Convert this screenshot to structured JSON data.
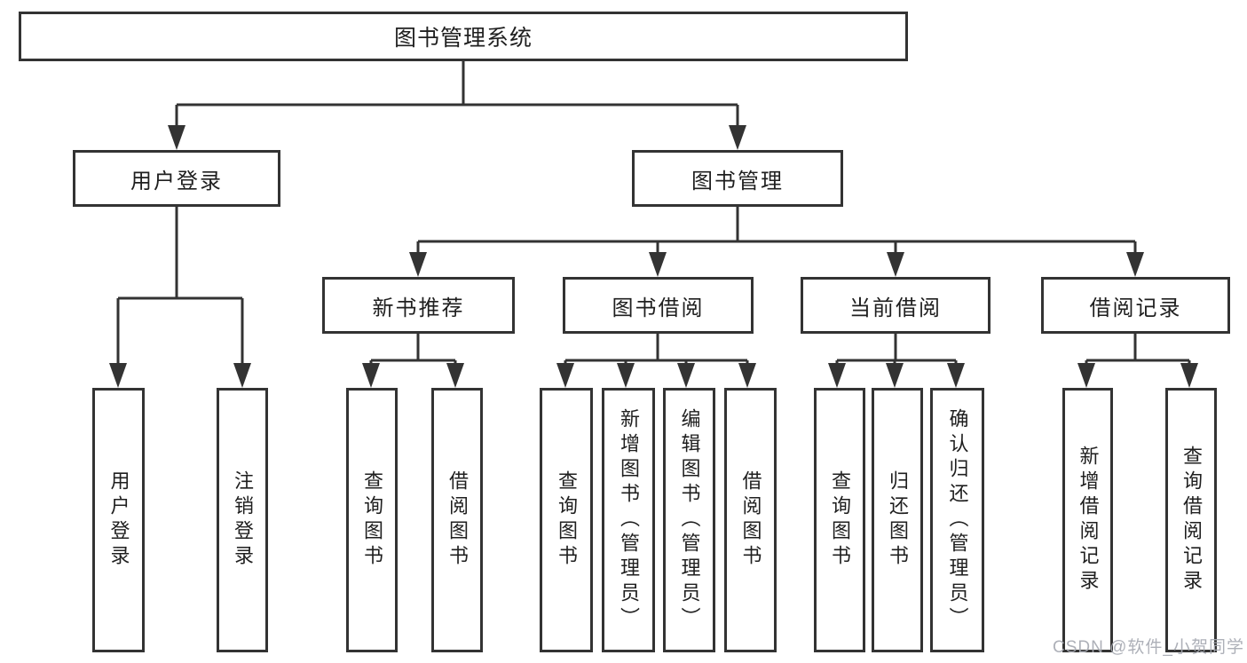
{
  "tree": {
    "root": {
      "label": "图书管理系统",
      "children": [
        {
          "label": "用户登录",
          "children": [
            {
              "label": "用户登录"
            },
            {
              "label": "注销登录"
            }
          ]
        },
        {
          "label": "图书管理",
          "children": [
            {
              "label": "新书推荐",
              "children": [
                {
                  "label": "查询图书"
                },
                {
                  "label": "借阅图书"
                }
              ]
            },
            {
              "label": "图书借阅",
              "children": [
                {
                  "label": "查询图书"
                },
                {
                  "label": "新增图书（管理员）"
                },
                {
                  "label": "编辑图书（管理员）"
                },
                {
                  "label": "借阅图书"
                }
              ]
            },
            {
              "label": "当前借阅",
              "children": [
                {
                  "label": "查询图书"
                },
                {
                  "label": "归还图书"
                },
                {
                  "label": "确认归还（管理员）"
                }
              ]
            },
            {
              "label": "借阅记录",
              "children": [
                {
                  "label": "新增借阅记录"
                },
                {
                  "label": "查询借阅记录"
                }
              ]
            }
          ]
        }
      ]
    }
  },
  "watermark": {
    "text": "CSDN @软件_小贺同学"
  },
  "colors": {
    "line": "#333333",
    "box_border": "#333333",
    "text": "#1f1f1f",
    "watermark": "#a7aab2",
    "background": "#ffffff"
  }
}
